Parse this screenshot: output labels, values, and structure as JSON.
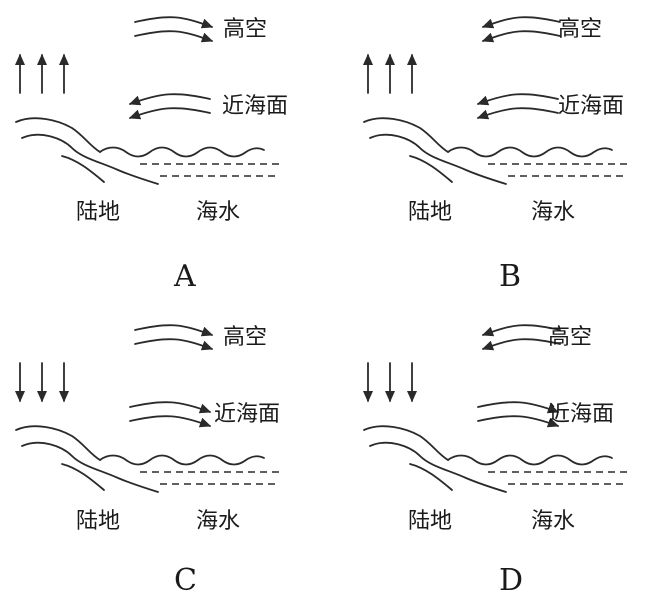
{
  "panels": [
    {
      "letter": "A",
      "upper_label": "高空",
      "lower_label": "近海面",
      "land_label": "陆地",
      "sea_label": "海水",
      "vertical": "up",
      "upper_dir": "right",
      "lower_dir": "left"
    },
    {
      "letter": "B",
      "upper_label": "高空",
      "lower_label": "近海面",
      "land_label": "陆地",
      "sea_label": "海水",
      "vertical": "up",
      "upper_dir": "left",
      "lower_dir": "left"
    },
    {
      "letter": "C",
      "upper_label": "高空",
      "lower_label": "近海面",
      "land_label": "陆地",
      "sea_label": "海水",
      "vertical": "down",
      "upper_dir": "right",
      "lower_dir": "right"
    },
    {
      "letter": "D",
      "upper_label": "高空",
      "lower_label": "近海面",
      "land_label": "陆地",
      "sea_label": "海水",
      "vertical": "down",
      "upper_dir": "left",
      "lower_dir": "right"
    }
  ]
}
